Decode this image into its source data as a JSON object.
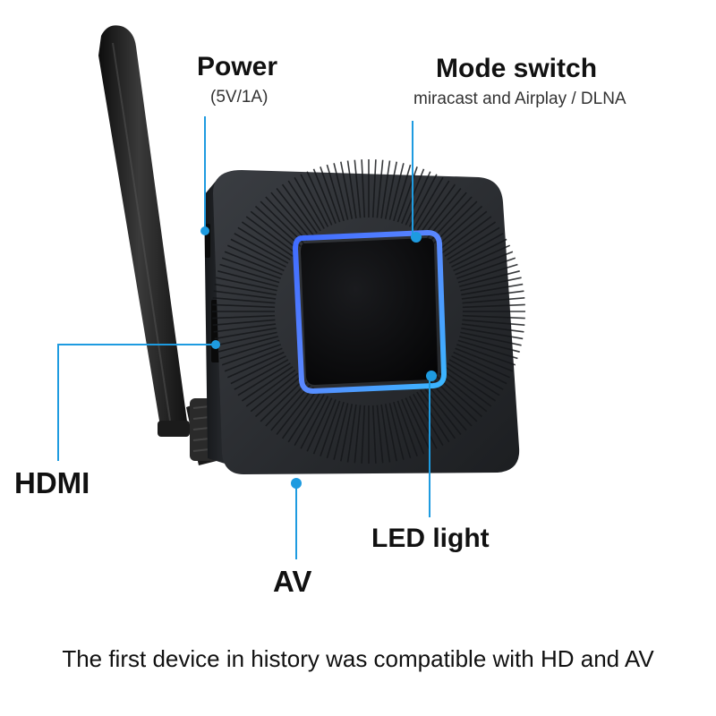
{
  "labels": {
    "power_title": "Power",
    "power_sub": "(5V/1A)",
    "mode_title": "Mode switch",
    "mode_sub": "miracast and Airplay / DLNA",
    "hdmi": "HDMI",
    "led": "LED light",
    "av": "AV"
  },
  "caption": "The first device in history was compatible with HD and AV",
  "colors": {
    "callout_line": "#1e9be0",
    "device_body": "#2a2d31",
    "led_glow": "#3b74ff"
  }
}
